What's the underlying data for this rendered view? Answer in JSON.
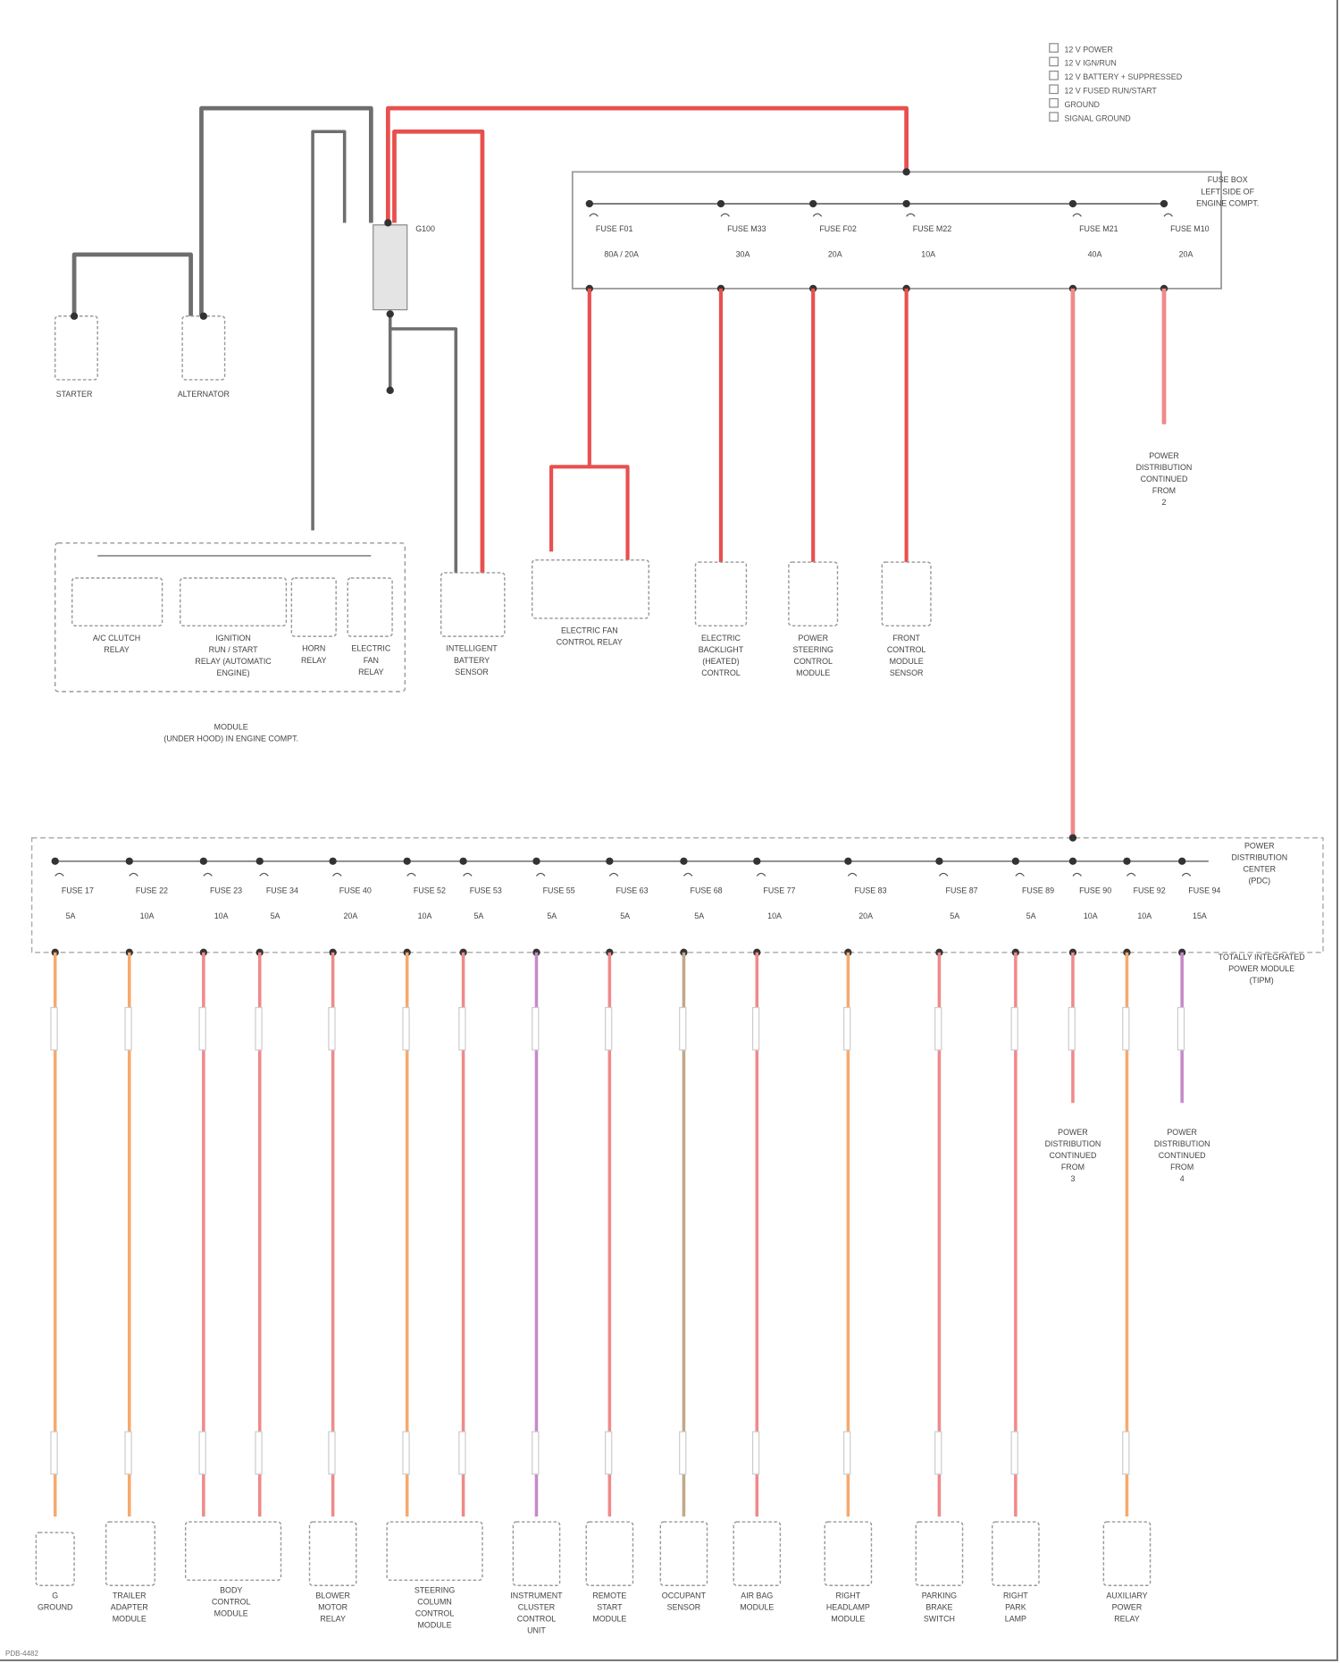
{
  "legend": {
    "items": [
      "12 V POWER",
      "12 V IGN/RUN",
      "12 V BATTERY + SUPPRESSED",
      "12 V FUSED RUN/START",
      "GROUND",
      "SIGNAL GROUND"
    ]
  },
  "colors": {
    "ground_wire": "#6e6e6e",
    "battery_wire": "#e8504e",
    "fused_wire": "#f08a8a",
    "orange_wire": "#f5aa6e",
    "purple_wire": "#c68ac8",
    "tan_wire": "#c2a88a"
  },
  "upper": {
    "starter": "STARTER",
    "alternator": "ALTERNATOR",
    "junction": "G100",
    "upper_box_label": [
      "FUSE BOX",
      "LEFT SIDE OF",
      "ENGINE COMPT."
    ],
    "fuses": [
      {
        "name": "FUSE F01",
        "amp": "80A / 20A"
      },
      {
        "name": "FUSE M33",
        "amp": "30A"
      },
      {
        "name": "FUSE F02",
        "amp": "20A"
      },
      {
        "name": "FUSE M22",
        "amp": "10A"
      },
      {
        "name": "FUSE M21",
        "amp": "40A"
      },
      {
        "name": "FUSE M10",
        "amp": "20A"
      }
    ],
    "relay_group": {
      "items": [
        [
          "A/C CLUTCH",
          "RELAY"
        ],
        [
          "IGNITION",
          "RUN / START",
          "RELAY (AUTOMATIC",
          "ENGINE)"
        ],
        [
          "HORN",
          "RELAY"
        ],
        [
          "ELECTRIC",
          "FAN",
          "RELAY"
        ]
      ],
      "caption": [
        "MODULE",
        "(UNDER HOOD) IN ENGINE COMPT."
      ]
    },
    "components": [
      [
        "INTELLIGENT",
        "BATTERY",
        "SENSOR"
      ],
      [
        "ELECTRIC FAN",
        "CONTROL RELAY"
      ],
      [
        "ELECTRIC",
        "BACKLIGHT",
        "(HEATED)",
        "CONTROL"
      ],
      [
        "POWER",
        "STEERING",
        "CONTROL",
        "MODULE"
      ],
      [
        "FRONT",
        "CONTROL",
        "MODULE",
        "SENSOR"
      ]
    ],
    "ref": [
      "POWER",
      "DISTRIBUTION",
      "CONTINUED",
      "FROM",
      "2"
    ]
  },
  "lower": {
    "box_label": [
      "POWER",
      "DISTRIBUTION",
      "CENTER",
      "(PDC)"
    ],
    "box_sub": [
      "TOTALLY INTEGRATED",
      "POWER MODULE",
      "(TIPM)"
    ],
    "fuses": [
      {
        "name": "FUSE 17",
        "amp": "5A"
      },
      {
        "name": "FUSE 22",
        "amp": "10A"
      },
      {
        "name": "FUSE 23",
        "amp": "10A"
      },
      {
        "name": "FUSE 34",
        "amp": "5A"
      },
      {
        "name": "FUSE 40",
        "amp": "20A"
      },
      {
        "name": "FUSE 52",
        "amp": "10A"
      },
      {
        "name": "FUSE 53",
        "amp": "5A"
      },
      {
        "name": "FUSE 55",
        "amp": "5A"
      },
      {
        "name": "FUSE 63",
        "amp": "5A"
      },
      {
        "name": "FUSE 68",
        "amp": "5A"
      },
      {
        "name": "FUSE 77",
        "amp": "10A"
      },
      {
        "name": "FUSE 83",
        "amp": "20A"
      },
      {
        "name": "FUSE 87",
        "amp": "5A"
      },
      {
        "name": "FUSE 89",
        "amp": "5A"
      },
      {
        "name": "FUSE 90",
        "amp": "10A"
      },
      {
        "name": "FUSE 92",
        "amp": "10A"
      },
      {
        "name": "FUSE 94",
        "amp": "15A"
      }
    ],
    "components": [
      [
        "G",
        "GROUND"
      ],
      [
        "TRAILER",
        "ADAPTER",
        "MODULE"
      ],
      [
        "BODY",
        "CONTROL",
        "MODULE"
      ],
      [
        "BLOWER",
        "MOTOR",
        "RELAY"
      ],
      [
        "STEERING",
        "COLUMN",
        "CONTROL",
        "MODULE"
      ],
      [
        "INSTRUMENT",
        "CLUSTER",
        "CONTROL",
        "UNIT"
      ],
      [
        "REMOTE",
        "START",
        "MODULE"
      ],
      [
        "OCCUPANT",
        "SENSOR"
      ],
      [
        "AIR BAG",
        "MODULE"
      ],
      [
        "RIGHT",
        "HEADLAMP",
        "MODULE"
      ],
      [
        "PARKING",
        "BRAKE",
        "SWITCH"
      ],
      [
        "RIGHT",
        "PARK",
        "LAMP"
      ],
      [
        "AUXILIARY",
        "POWER",
        "RELAY"
      ]
    ],
    "refs": [
      [
        "POWER",
        "DISTRIBUTION",
        "CONTINUED",
        "FROM",
        "3"
      ],
      [
        "POWER",
        "DISTRIBUTION",
        "CONTINUED",
        "FROM",
        "4"
      ]
    ]
  },
  "footer": {
    "page_id": "PDB-4482"
  }
}
